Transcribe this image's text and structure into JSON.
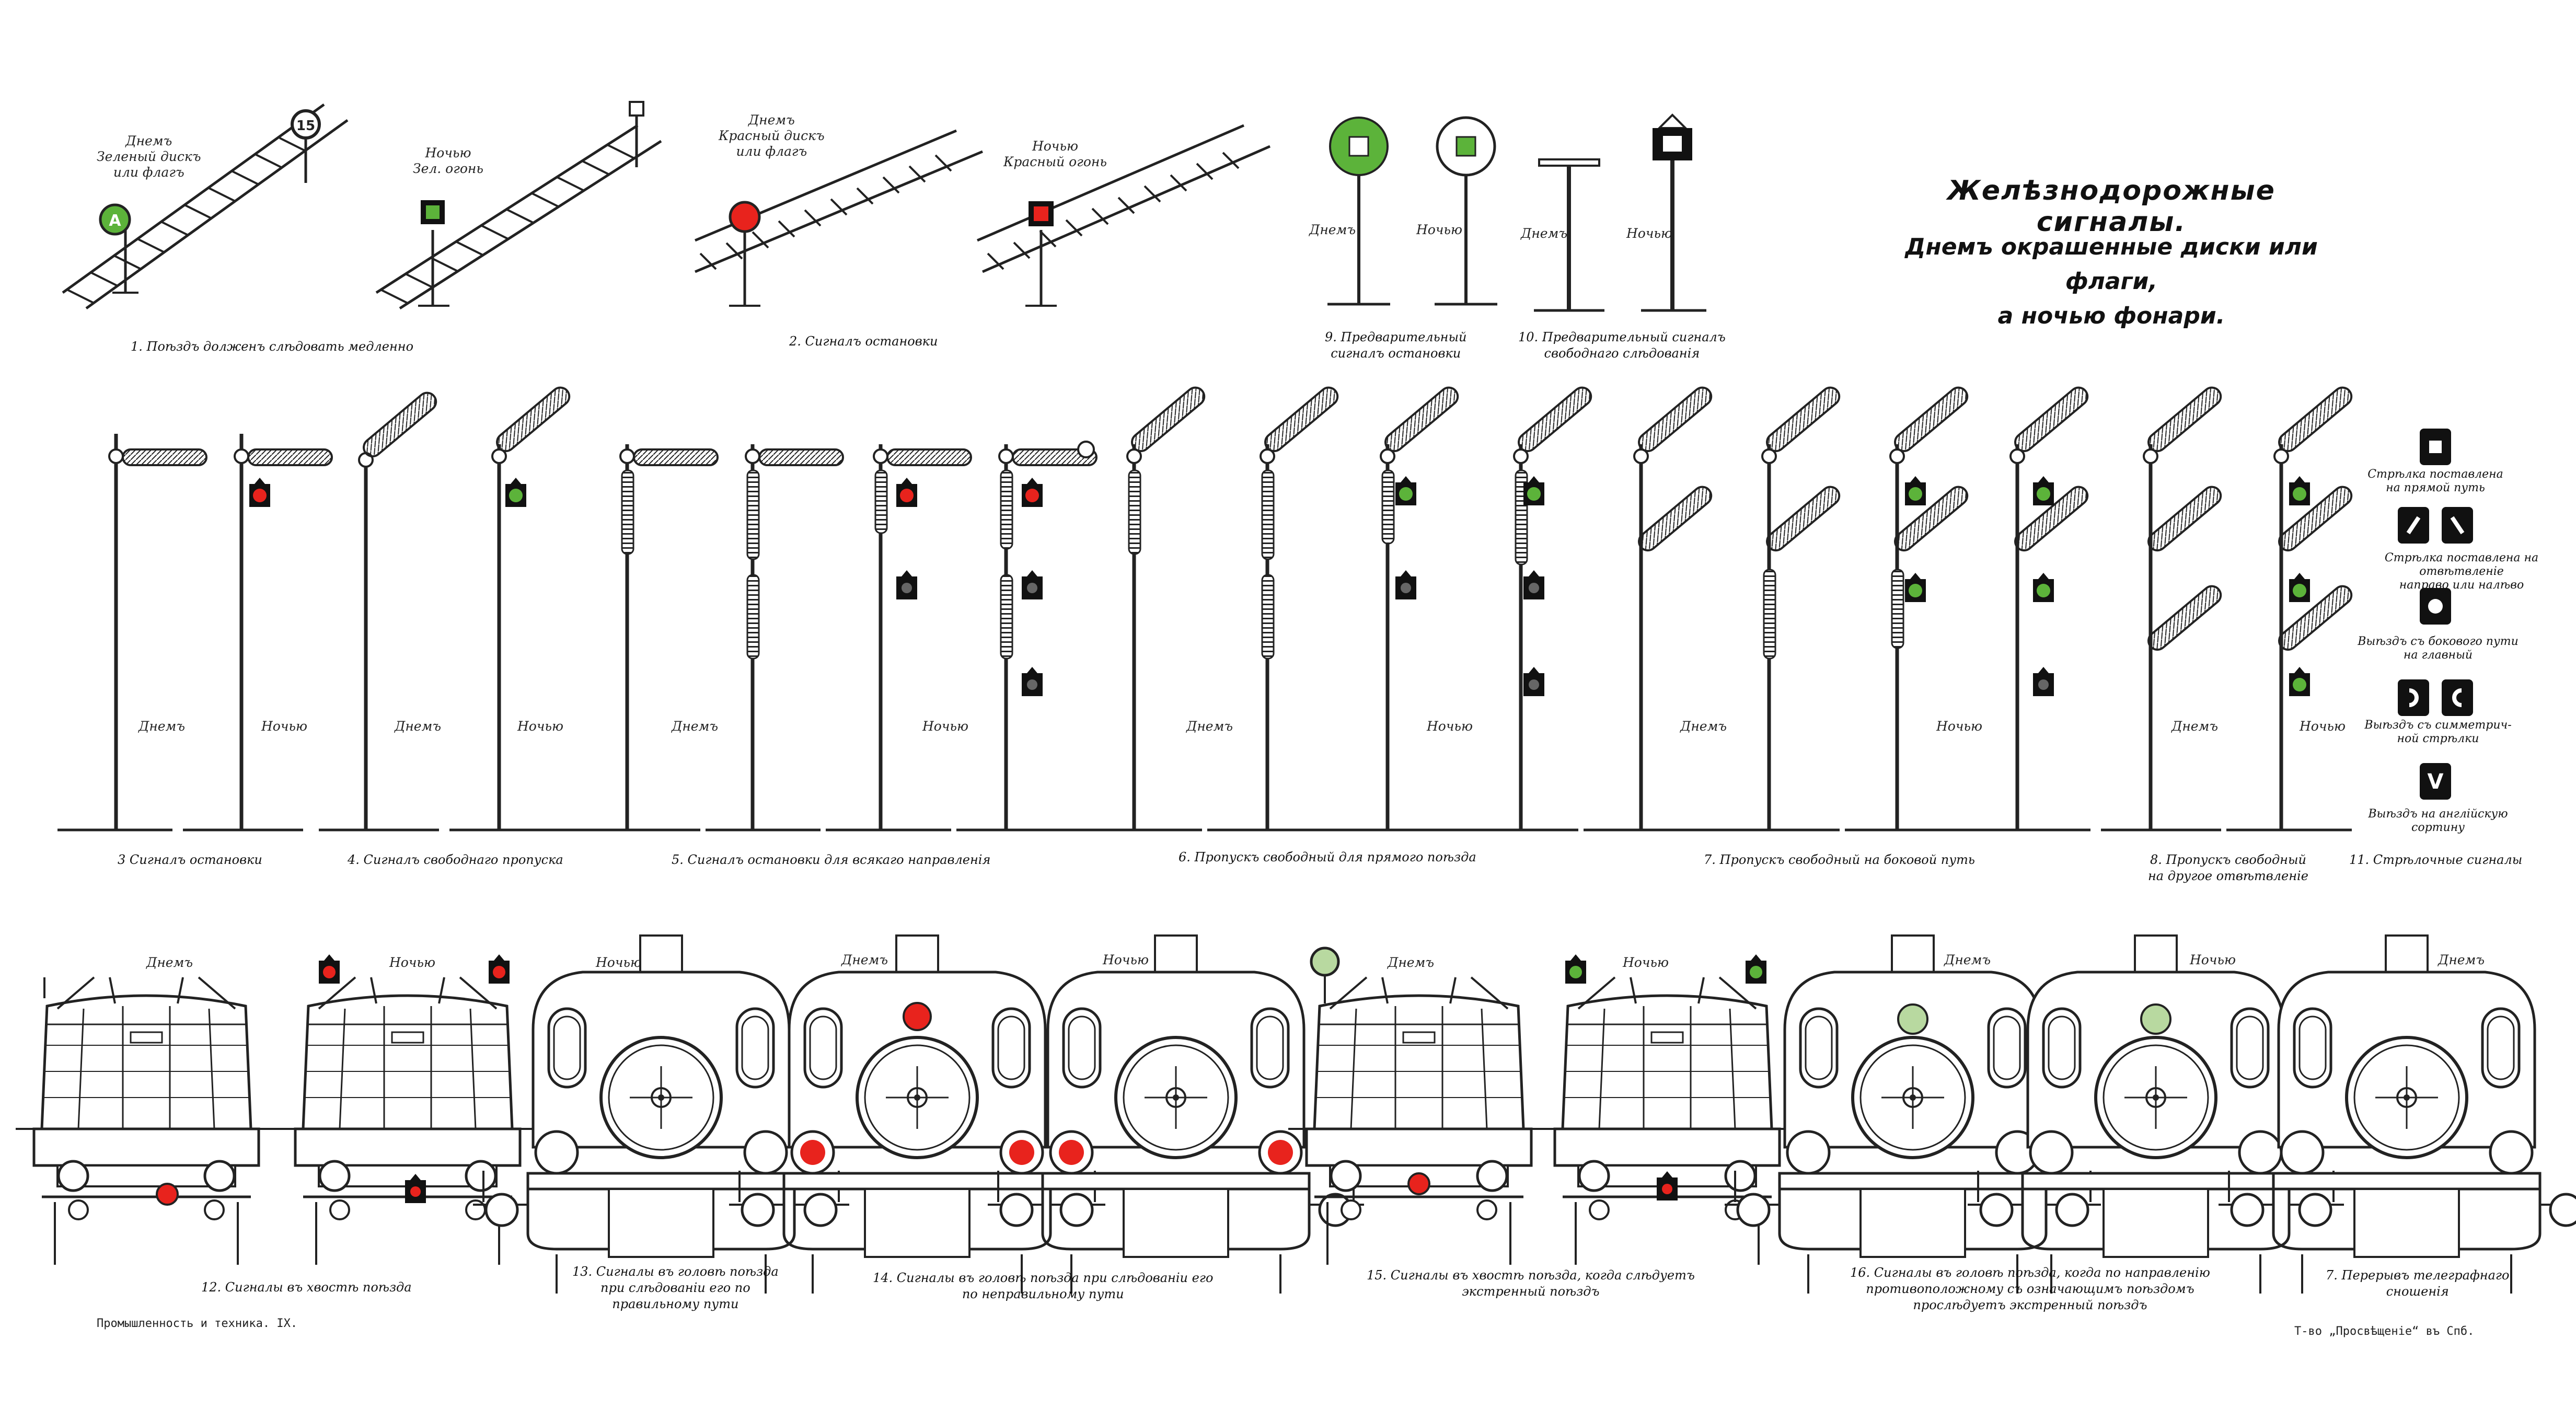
{
  "title": "Желѣзнодорожные сигналы.",
  "subtitle": "Днемъ окрашенные диски или флаги,\nа ночью фонари.",
  "colors": {
    "red": "#e8231d",
    "green": "#5cb33a",
    "pale_green": "#b8d9a0",
    "ink": "#1a1a1a"
  },
  "row1": {
    "s1_day": "Днемъ\nЗеленый дискъ\nили флагъ",
    "s1_night": "Ночью\nЗел. огонь",
    "s1_caption": "1. Поѣздъ долженъ слѣдовать медленно",
    "s2_day": "Днемъ\nКрасный дискъ\nили флагъ",
    "s2_night": "Ночью\nКрасный огонь",
    "s2_caption": "2. Сигналъ остановки",
    "disk_letter": "А",
    "disk_number": "15",
    "s9_day": "Днемъ",
    "s9_night": "Ночью",
    "s9_caption": "9. Предварительный\nсигналъ остановки",
    "s10_day": "Днемъ",
    "s10_night": "Ночью",
    "s10_caption": "10. Предварительный сигналъ\nсвободнаго слѣдованія"
  },
  "row2": {
    "labels": [
      {
        "text": "Днемъ"
      },
      {
        "text": "Ночью"
      },
      {
        "text": "Днемъ"
      },
      {
        "text": "Ночью"
      },
      {
        "text": "Днемъ"
      },
      {
        "text": "Ночью"
      },
      {
        "text": "Днемъ"
      },
      {
        "text": "Ночью"
      },
      {
        "text": "Днемъ"
      },
      {
        "text": "Ночью"
      },
      {
        "text": "Днемъ"
      },
      {
        "text": "Ночью"
      }
    ],
    "captions": [
      "3 Сигналъ остановки",
      "4. Сигналъ свободнаго пропуска",
      "5. Сигналъ остановки для всякаго направленія",
      "6. Пропускъ свободный для прямого поѣзда",
      "7. Пропускъ свободный на боковой путь",
      "8. Пропускъ свободный\nна другое отвѣтвленіе",
      "11. Стрѣлочные сигналы"
    ],
    "switch_labels": [
      "Стрѣлка поставлена\nна прямой путь",
      "Стрѣлка поставлена на отвѣтвленіе\nнаправо или налѣво",
      "Выѣздъ съ бокового пути\nна главный",
      "Выѣздъ съ симметрич-\nной стрѣлки",
      "Выѣздъ на англійскую\nсортину"
    ],
    "switch_glyph": "V"
  },
  "row3": {
    "labels": [
      {
        "text": "Днемъ"
      },
      {
        "text": "Ночью"
      },
      {
        "text": "Ночью"
      },
      {
        "text": "Днемъ"
      },
      {
        "text": "Ночью"
      },
      {
        "text": "Днемъ"
      },
      {
        "text": "Ночью"
      },
      {
        "text": "Днемъ"
      },
      {
        "text": "Ночью"
      },
      {
        "text": "Днемъ"
      }
    ],
    "captions": [
      "12. Сигналы въ хвостѣ поѣзда",
      "13. Сигналы въ головѣ поѣзда\nпри слѣдованіи его по\nправильному пути",
      "14. Сигналы въ головѣ поѣзда при слѣдованіи его\nпо неправильному пути",
      "15. Сигналы въ хвостѣ поѣзда, когда слѣдуетъ\nэкстренный поѣздъ",
      "16. Сигналы въ головѣ поѣзда, когда по направленію\nпротивоположному съ означающимъ поѣздомъ\nпрослѣдуетъ экстренный поѣздъ",
      "7. Перерывъ телеграфнаго\nсношенія"
    ]
  },
  "footer": {
    "left": "Промышленность и техника. IX.",
    "right": "Т-во „Просвѣщеніе“ въ Спб."
  }
}
